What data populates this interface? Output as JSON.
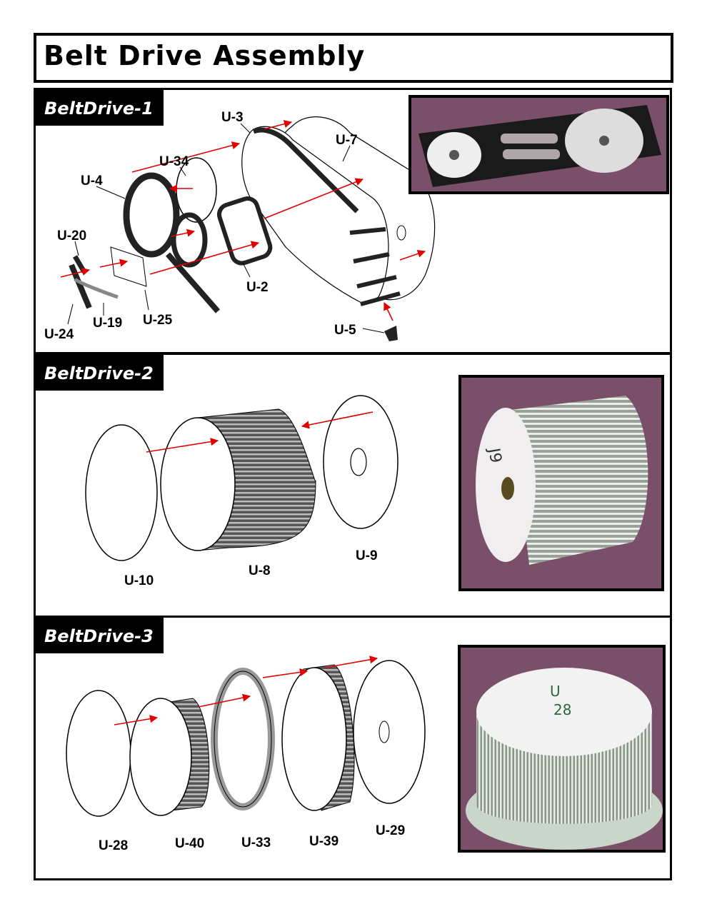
{
  "title": "Belt Drive Assembly",
  "sections": [
    {
      "name": "BeltDrive-1",
      "parts": [
        "U-3",
        "U-7",
        "U-34",
        "U-4",
        "U-20",
        "U-2",
        "U-25",
        "U-19",
        "U-24",
        "U-5"
      ]
    },
    {
      "name": "BeltDrive-2",
      "parts": [
        "U-10",
        "U-8",
        "U-9"
      ],
      "photo_marking": "J9"
    },
    {
      "name": "BeltDrive-3",
      "parts": [
        "U-28",
        "U-40",
        "U-33",
        "U-39",
        "U-29"
      ],
      "photo_marking_top": "U",
      "photo_marking_bottom": "28"
    }
  ],
  "colors": {
    "arrow": "#e00000",
    "frame": "#000000",
    "photo_background": "#7a4f6a"
  }
}
